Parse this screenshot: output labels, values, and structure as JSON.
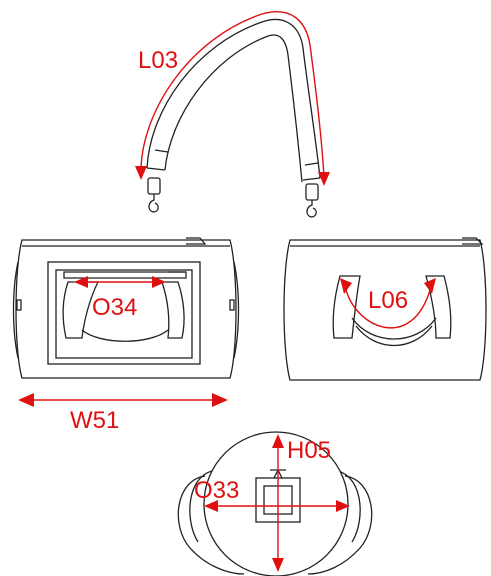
{
  "labels": {
    "strap_length": "L03",
    "pocket_opening": "O34",
    "handle_length": "L06",
    "width": "W51",
    "height": "H05",
    "bottom_opening": "O33"
  },
  "colors": {
    "line": "#222222",
    "measure": "#e01010",
    "background": "#ffffff"
  }
}
